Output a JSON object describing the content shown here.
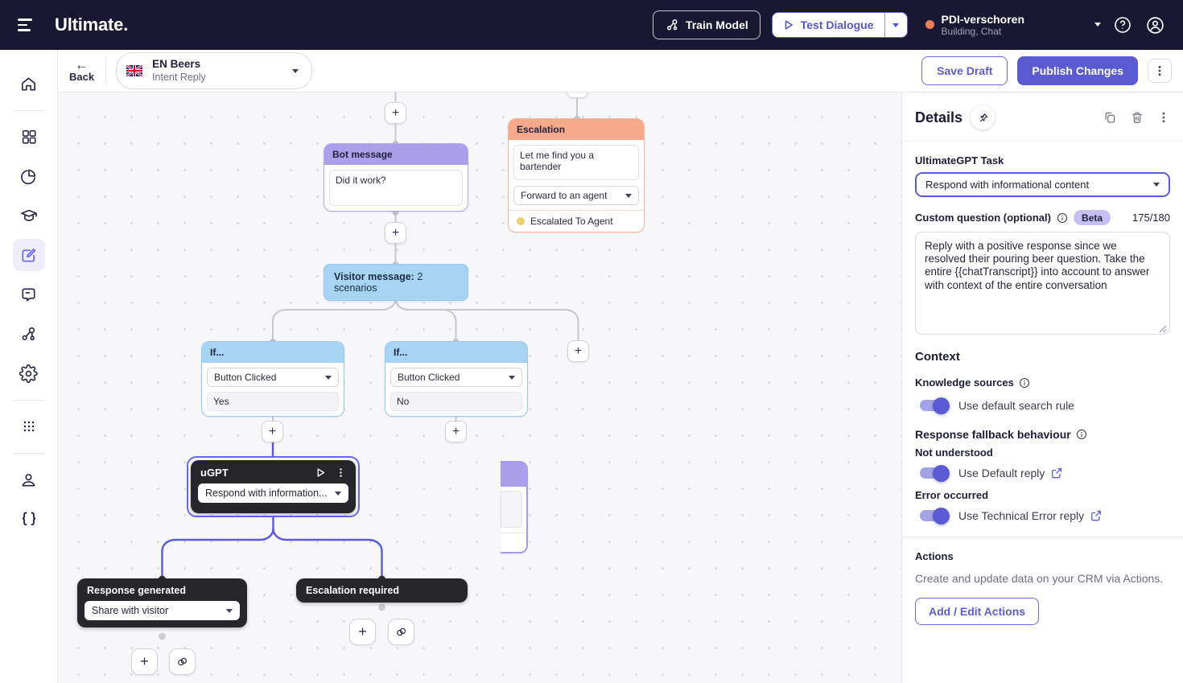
{
  "topbar": {
    "logo": "Ultimate.",
    "train_model": "Train Model",
    "test_dialogue": "Test Dialogue",
    "bot": {
      "name": "PDI-verschoren",
      "status": "Building, Chat"
    }
  },
  "toolbar": {
    "back": "Back",
    "dialogue_name": "EN Beers",
    "dialogue_type": "Intent Reply",
    "save_draft": "Save Draft",
    "publish": "Publish Changes"
  },
  "icons": {
    "plus": "+",
    "back_arrow": "←",
    "help": "?"
  },
  "canvas": {
    "escalation": {
      "title": "Escalation",
      "message": "Let me find you a bartender",
      "dropdown": "Forward to an agent",
      "tag": "Escalated To Agent"
    },
    "bot_message": {
      "title": "Bot message",
      "message": "Did it work?"
    },
    "visitor_message": {
      "title": "Visitor message:",
      "subtitle": "2 scenarios"
    },
    "if_yes": {
      "title": "If...",
      "condition": "Button Clicked",
      "value": "Yes"
    },
    "if_no": {
      "title": "If...",
      "condition": "Button Clicked",
      "value": "No"
    },
    "ugpt": {
      "title": "uGPT",
      "dropdown": "Respond with information..."
    },
    "response_generated": {
      "title": "Response generated",
      "dropdown": "Share with visitor"
    },
    "escalation_required": {
      "title": "Escalation required"
    }
  },
  "details": {
    "title": "Details",
    "task_label": "UltimateGPT Task",
    "task_value": "Respond with informational content",
    "custom_question_label": "Custom question (optional)",
    "beta": "Beta",
    "char_count": "175/180",
    "custom_question_value": "Reply with a positive response since we resolved their pouring beer question. Take the entire {{chatTranscript}} into account to answer with context of the entire conversation",
    "context_heading": "Context",
    "knowledge_sources_label": "Knowledge sources",
    "default_search_rule": "Use default search rule",
    "fallback_heading": "Response fallback behaviour",
    "not_understood": "Not understood",
    "default_reply": "Use Default reply",
    "error_occurred": "Error occurred",
    "technical_error_reply": "Use Technical Error reply",
    "actions_heading": "Actions",
    "actions_desc": "Create and update data on your CRM via Actions.",
    "add_edit_actions": "Add / Edit Actions"
  },
  "colors": {
    "primary": "#5a5ad2",
    "navy": "#181832",
    "connector": "#c6c6cf",
    "connector_active": "#5a5ae0",
    "escalation": "#f8a88b",
    "bot_purple": "#ab9fe9",
    "visitor_blue": "#a7d4f3",
    "status_dot": "#ee7c55",
    "tag_yellow": "#edd06c"
  }
}
